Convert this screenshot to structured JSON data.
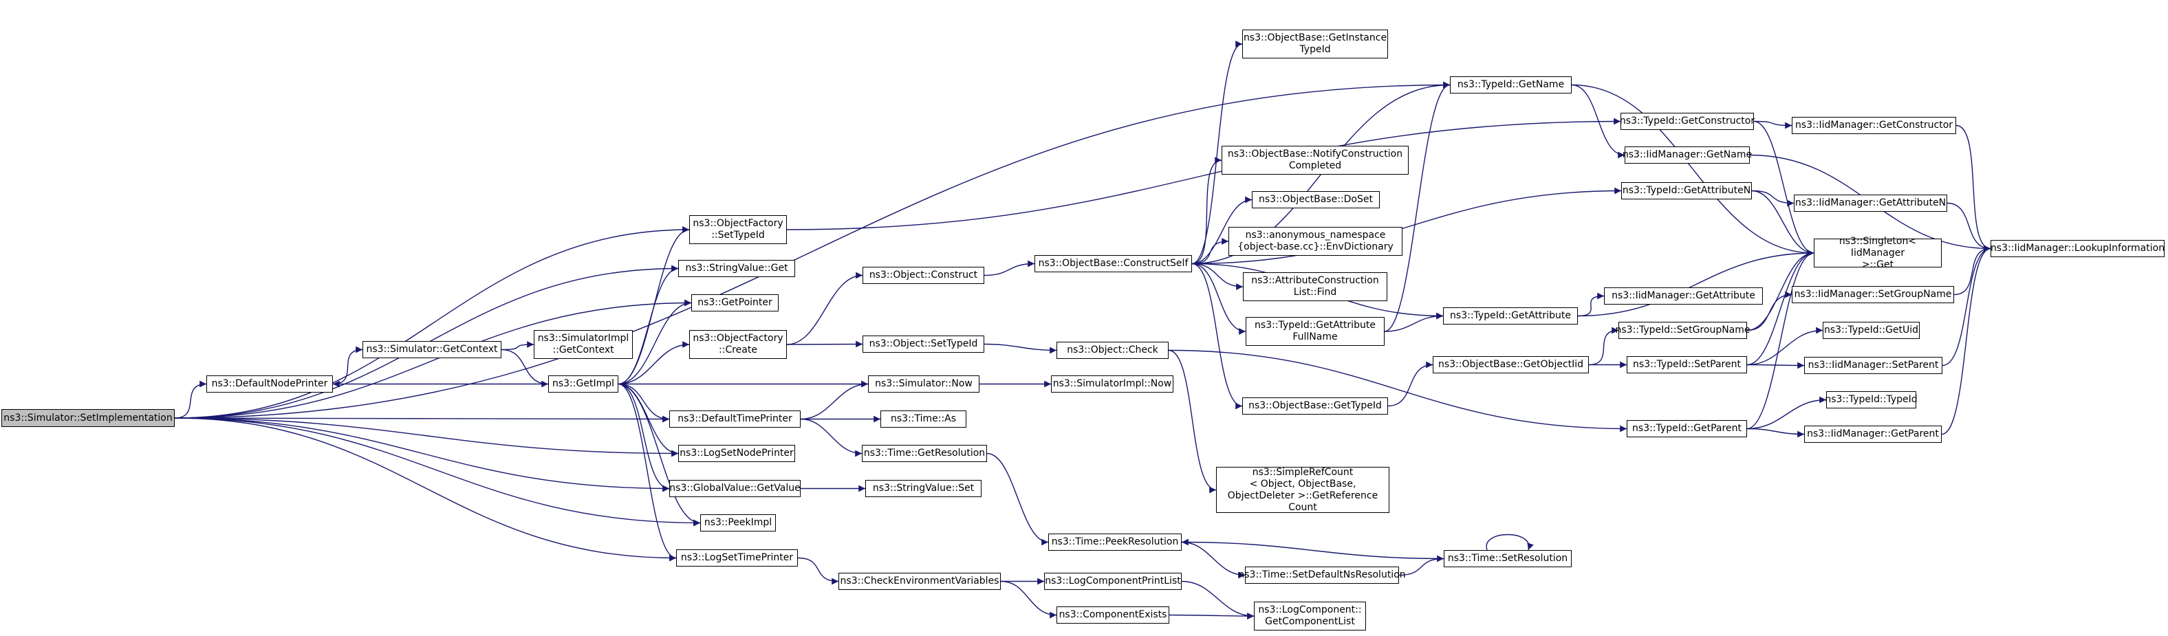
{
  "graph": {
    "edge_color": "#191970",
    "root_fill": "#bfbfbf",
    "nodes": [
      {
        "id": "root",
        "label": "ns3::Simulator::SetImplementation",
        "root": true
      },
      {
        "id": "defnodeprinter",
        "label": "ns3::DefaultNodePrinter"
      },
      {
        "id": "ofsettypeid",
        "label": "ns3::ObjectFactory\n::SetTypeId"
      },
      {
        "id": "strvalget",
        "label": "ns3::StringValue::Get"
      },
      {
        "id": "getpointer",
        "label": "ns3::GetPointer"
      },
      {
        "id": "simgetcontext",
        "label": "ns3::Simulator::GetContext"
      },
      {
        "id": "simimplgetcontext",
        "label": "ns3::SimulatorImpl\n::GetContext"
      },
      {
        "id": "getimpl",
        "label": "ns3::GetImpl"
      },
      {
        "id": "ofcreate",
        "label": "ns3::ObjectFactory\n::Create"
      },
      {
        "id": "deftimeprinter",
        "label": "ns3::DefaultTimePrinter"
      },
      {
        "id": "logsetnodeprinter",
        "label": "ns3::LogSetNodePrinter"
      },
      {
        "id": "gvgetvalue",
        "label": "ns3::GlobalValue::GetValue"
      },
      {
        "id": "peekimpl",
        "label": "ns3::PeekImpl"
      },
      {
        "id": "logsettimeprinter",
        "label": "ns3::LogSetTimePrinter"
      },
      {
        "id": "objconstruct",
        "label": "ns3::Object::Construct"
      },
      {
        "id": "objsettypeid",
        "label": "ns3::Object::SetTypeId"
      },
      {
        "id": "simnow",
        "label": "ns3::Simulator::Now"
      },
      {
        "id": "timeas",
        "label": "ns3::Time::As"
      },
      {
        "id": "timegetres",
        "label": "ns3::Time::GetResolution"
      },
      {
        "id": "strvalset",
        "label": "ns3::StringValue::Set"
      },
      {
        "id": "checkenv",
        "label": "ns3::CheckEnvironmentVariables"
      },
      {
        "id": "obconstructself",
        "label": "ns3::ObjectBase::ConstructSelf"
      },
      {
        "id": "objcheck",
        "label": "ns3::Object::Check"
      },
      {
        "id": "simimplnow",
        "label": "ns3::SimulatorImpl::Now"
      },
      {
        "id": "timepeekres",
        "label": "ns3::Time::PeekResolution"
      },
      {
        "id": "timesetdefns",
        "label": "ns3::Time::SetDefaultNsResolution"
      },
      {
        "id": "logcompprintlist",
        "label": "ns3::LogComponentPrintList"
      },
      {
        "id": "compexists",
        "label": "ns3::ComponentExists"
      },
      {
        "id": "obgetinstancetid",
        "label": "ns3::ObjectBase::GetInstance\nTypeId"
      },
      {
        "id": "obnotify",
        "label": "ns3::ObjectBase::NotifyConstruction\nCompleted"
      },
      {
        "id": "obdoset",
        "label": "ns3::ObjectBase::DoSet"
      },
      {
        "id": "envdict",
        "label": "ns3::anonymous_namespace\n{object-base.cc}::EnvDictionary"
      },
      {
        "id": "attrconstrfind",
        "label": "ns3::AttributeConstruction\nList::Find"
      },
      {
        "id": "tidgetattrfullname",
        "label": "ns3::TypeId::GetAttribute\nFullName"
      },
      {
        "id": "obgettypeid",
        "label": "ns3::ObjectBase::GetTypeId"
      },
      {
        "id": "simplerefcount",
        "label": "ns3::SimpleRefCount\n< Object, ObjectBase,\n ObjectDeleter >::GetReference\nCount"
      },
      {
        "id": "tidgetname",
        "label": "ns3::TypeId::GetName"
      },
      {
        "id": "tidgetattribute",
        "label": "ns3::TypeId::GetAttribute"
      },
      {
        "id": "obgetobjectiid",
        "label": "ns3::ObjectBase::GetObjectIid"
      },
      {
        "id": "tidgetparent",
        "label": "ns3::TypeId::GetParent"
      },
      {
        "id": "timesetres",
        "label": "ns3::Time::SetResolution"
      },
      {
        "id": "logcompgetlist",
        "label": "ns3::LogComponent::\nGetComponentList"
      },
      {
        "id": "tidgetconstructor",
        "label": "ns3::TypeId::GetConstructor"
      },
      {
        "id": "iidmgetname",
        "label": "ns3::IidManager::GetName"
      },
      {
        "id": "tidgetattributen",
        "label": "ns3::TypeId::GetAttributeN"
      },
      {
        "id": "iidmgetattribute",
        "label": "ns3::IidManager::GetAttribute"
      },
      {
        "id": "tidsetgroupname",
        "label": "ns3::TypeId::SetGroupName"
      },
      {
        "id": "tidsetparent",
        "label": "ns3::TypeId::SetParent"
      },
      {
        "id": "iidmgetconstructor",
        "label": "ns3::IidManager::GetConstructor"
      },
      {
        "id": "iidmgetattributen",
        "label": "ns3::IidManager::GetAttributeN"
      },
      {
        "id": "singletonget",
        "label": "ns3::Singleton< IidManager\n>::Get"
      },
      {
        "id": "iidmsetgroupname",
        "label": "ns3::IidManager::SetGroupName"
      },
      {
        "id": "tidgetuid",
        "label": "ns3::TypeId::GetUid"
      },
      {
        "id": "iidmsetparent",
        "label": "ns3::IidManager::SetParent"
      },
      {
        "id": "tidtypeid",
        "label": "ns3::TypeId::TypeId"
      },
      {
        "id": "iidmgetparent",
        "label": "ns3::IidManager::GetParent"
      },
      {
        "id": "iidmlookup",
        "label": "ns3::IidManager::LookupInformation"
      }
    ],
    "edges": [
      [
        "root",
        "defnodeprinter"
      ],
      [
        "root",
        "ofsettypeid"
      ],
      [
        "root",
        "strvalget"
      ],
      [
        "root",
        "getpointer"
      ],
      [
        "root",
        "deftimeprinter"
      ],
      [
        "root",
        "logsetnodeprinter"
      ],
      [
        "root",
        "gvgetvalue"
      ],
      [
        "root",
        "peekimpl"
      ],
      [
        "root",
        "logsettimeprinter"
      ],
      [
        "root",
        "tidgetname"
      ],
      [
        "simgetcontext",
        "simimplgetcontext"
      ],
      [
        "simgetcontext",
        "getimpl"
      ],
      [
        "getimpl",
        "defnodeprinter"
      ],
      [
        "getimpl",
        "ofsettypeid"
      ],
      [
        "getimpl",
        "strvalget"
      ],
      [
        "getimpl",
        "getpointer"
      ],
      [
        "getimpl",
        "ofcreate"
      ],
      [
        "getimpl",
        "simnow"
      ],
      [
        "getimpl",
        "deftimeprinter"
      ],
      [
        "getimpl",
        "logsetnodeprinter"
      ],
      [
        "getimpl",
        "gvgetvalue"
      ],
      [
        "getimpl",
        "peekimpl"
      ],
      [
        "getimpl",
        "logsettimeprinter"
      ],
      [
        "defnodeprinter",
        "simgetcontext"
      ],
      [
        "ofsettypeid",
        "tidgetconstructor"
      ],
      [
        "ofcreate",
        "objconstruct"
      ],
      [
        "ofcreate",
        "objsettypeid"
      ],
      [
        "objconstruct",
        "obconstructself"
      ],
      [
        "objsettypeid",
        "objcheck"
      ],
      [
        "simnow",
        "simimplnow"
      ],
      [
        "deftimeprinter",
        "simnow"
      ],
      [
        "deftimeprinter",
        "timeas"
      ],
      [
        "deftimeprinter",
        "timegetres"
      ],
      [
        "gvgetvalue",
        "strvalset"
      ],
      [
        "logsettimeprinter",
        "checkenv"
      ],
      [
        "checkenv",
        "logcompprintlist"
      ],
      [
        "checkenv",
        "compexists"
      ],
      [
        "logcompprintlist",
        "logcompgetlist"
      ],
      [
        "compexists",
        "logcompgetlist"
      ],
      [
        "timegetres",
        "timepeekres"
      ],
      [
        "timepeekres",
        "timesetdefns"
      ],
      [
        "timesetdefns",
        "timesetres"
      ],
      [
        "timesetres",
        "timepeekres"
      ],
      [
        "timesetres",
        "timesetres"
      ],
      [
        "objcheck",
        "simplerefcount"
      ],
      [
        "objcheck",
        "tidgetparent"
      ],
      [
        "obconstructself",
        "obgetinstancetid"
      ],
      [
        "obconstructself",
        "tidgetname"
      ],
      [
        "obconstructself",
        "obnotify"
      ],
      [
        "obconstructself",
        "tidgetattributen"
      ],
      [
        "obconstructself",
        "obdoset"
      ],
      [
        "obconstructself",
        "envdict"
      ],
      [
        "obconstructself",
        "attrconstrfind"
      ],
      [
        "obconstructself",
        "tidgetattrfullname"
      ],
      [
        "obconstructself",
        "tidgetattribute"
      ],
      [
        "obconstructself",
        "obgettypeid"
      ],
      [
        "tidgetattrfullname",
        "tidgetname"
      ],
      [
        "tidgetattrfullname",
        "tidgetattribute"
      ],
      [
        "obgettypeid",
        "obgetobjectiid"
      ],
      [
        "obgetobjectiid",
        "tidsetgroupname"
      ],
      [
        "obgetobjectiid",
        "tidsetparent"
      ],
      [
        "tidgetname",
        "iidmgetname"
      ],
      [
        "tidgetname",
        "singletonget"
      ],
      [
        "tidgetattribute",
        "iidmgetattribute"
      ],
      [
        "tidgetattribute",
        "singletonget"
      ],
      [
        "tidgetconstructor",
        "iidmgetconstructor"
      ],
      [
        "tidgetconstructor",
        "singletonget"
      ],
      [
        "tidgetattributen",
        "iidmgetattributen"
      ],
      [
        "tidgetattributen",
        "singletonget"
      ],
      [
        "tidsetgroupname",
        "iidmsetgroupname"
      ],
      [
        "tidsetgroupname",
        "singletonget"
      ],
      [
        "tidsetparent",
        "tidgetuid"
      ],
      [
        "tidsetparent",
        "iidmsetparent"
      ],
      [
        "tidsetparent",
        "singletonget"
      ],
      [
        "tidgetparent",
        "tidtypeid"
      ],
      [
        "tidgetparent",
        "iidmgetparent"
      ],
      [
        "tidgetparent",
        "singletonget"
      ],
      [
        "iidmgetname",
        "iidmlookup"
      ],
      [
        "iidmgetconstructor",
        "iidmlookup"
      ],
      [
        "iidmgetattributen",
        "iidmlookup"
      ],
      [
        "iidmsetgroupname",
        "iidmlookup"
      ],
      [
        "iidmsetparent",
        "iidmlookup"
      ],
      [
        "iidmgetparent",
        "iidmlookup"
      ]
    ]
  }
}
